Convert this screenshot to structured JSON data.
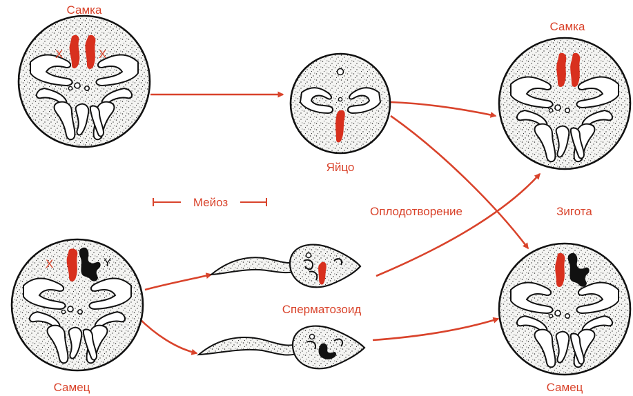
{
  "colors": {
    "label": "#d9432b",
    "arrow": "#d9432b",
    "x_chromosome": "#d8301e",
    "y_chromosome": "#111111",
    "cell_fill": "#f2f2f0",
    "stipple": "#333333"
  },
  "labels": {
    "female_parent": "Самка",
    "male_parent": "Самец",
    "egg": "Яйцо",
    "meiosis": "Мейоз",
    "fertilization": "Оплодотворение",
    "sperm": "Сперматозоид",
    "zygote": "Зигота",
    "female_offspring": "Самка",
    "male_offspring": "Самец"
  },
  "chromosome_letters": {
    "female_left": "X",
    "female_right": "X",
    "male_x": "X",
    "male_y": "Y"
  },
  "meiosis_bar": {
    "left": "⊢",
    "right": "⊣"
  }
}
